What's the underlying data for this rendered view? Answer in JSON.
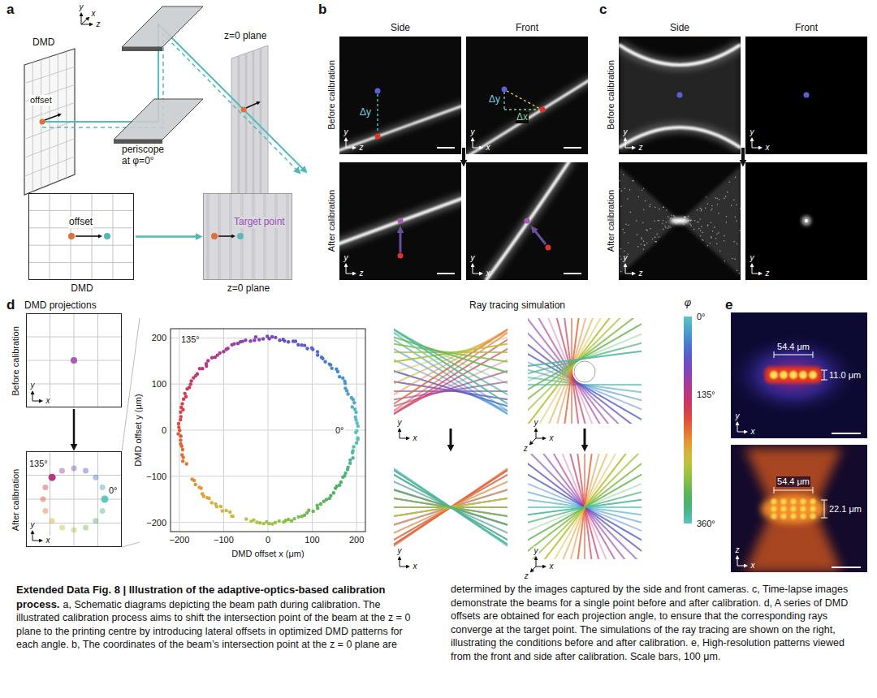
{
  "diagram": {
    "title": "Extended Data Fig. 8 | Illustration of the adaptive-optics-based calibration process.",
    "caption": "a, Schematic diagrams depicting the beam path during calibration. The illustrated calibration process aims to shift the intersection point of the beam at the z = 0 plane to the printing centre by introducing lateral offsets in optimized DMD patterns for each angle. b, The coordinates of the beam’s intersection point at the z = 0 plane are determined by the images captured by the side and front cameras. c, Time-lapse images demonstrate the beams for a single point before and after calibration. d, A series of DMD offsets are obtained for each projection angle, to ensure that the corresponding rays converge at the target point. The simulations of the ray tracing are shown on the right, illustrating the conditions before and after calibration. e, High-resolution patterns viewed from the front and side after calibration. Scale bars, 100 μm.",
    "nodes": [
      {
        "text": [
          "offset",
          "DMD"
        ]
      },
      {
        "text": [
          "Target point",
          "z=0 plane"
        ]
      },
      {
        "text": [
          "Before calibration"
        ]
      },
      {
        "text": [
          "After calibration",
          "135°",
          "0°"
        ]
      }
    ],
    "edges": [
      {
        "from": 0,
        "to": 1,
        "arrow": "to"
      },
      {
        "from": 2,
        "to": 3,
        "arrow": "to"
      }
    ],
    "labels": [
      "a",
      "b",
      "c",
      "d",
      "e",
      "y",
      "x",
      "z",
      "DMD",
      "offset",
      "periscope at φ=0°",
      "z=0 plane",
      "Side",
      "Front",
      "Before calibration",
      "After calibration",
      "Δy",
      "Δy",
      "Δx",
      "y",
      "z",
      "y",
      "x",
      "y",
      "z",
      "y",
      "x",
      "Side",
      "Front",
      "Before calibration",
      "After calibration",
      "y",
      "z",
      "y",
      "x",
      "y",
      "z",
      "y",
      "z",
      "DMD projections",
      "y",
      "x",
      "y",
      "x",
      "200",
      "100",
      "0",
      "−100",
      "−200",
      "−200",
      "−100",
      "0",
      "100",
      "200",
      "DMD offset x (μm)",
      "DMD offset y (μm)",
      "135°",
      "0°",
      "Ray tracing simulation",
      "φ",
      "0°",
      "135°",
      "360°",
      "y",
      "x",
      "y",
      "x",
      "z",
      "y",
      "x",
      "y",
      "x",
      "z",
      "54.4 μm",
      "11.0 μm",
      "y",
      "x",
      "54.4 μm",
      "22.1 μm",
      "z",
      "x"
    ]
  }
}
